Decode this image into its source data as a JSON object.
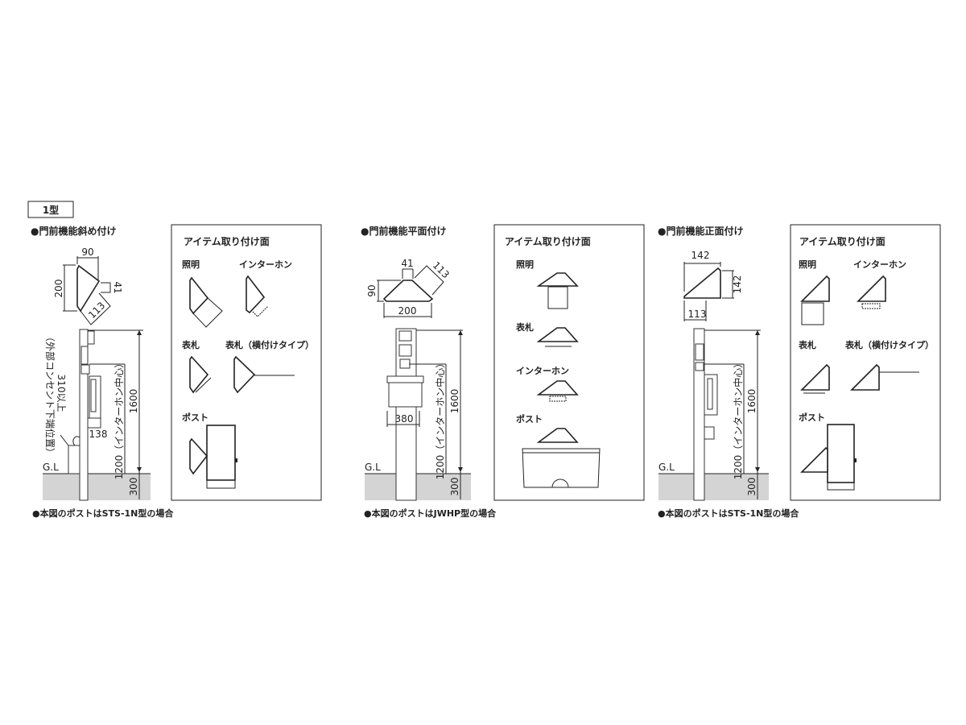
{
  "type_label": "1型",
  "sections": [
    {
      "heading": "●門前機能斜め付け",
      "plan_dims": {
        "width": "90",
        "height": "200",
        "side": "41",
        "diag": "113"
      },
      "outlet_label_1": "310以上",
      "outlet_label_2": "（外部コンセント下端位置）",
      "post_width": "138",
      "intercom_height": "1200（インターホン中心）",
      "total_height": "1600",
      "depth": "300",
      "ground": "G.L",
      "note": "●本図のポストはSTS-1N型の場合",
      "panel": {
        "title": "アイテム取り付け面",
        "items": [
          "照明",
          "インターホン",
          "表札",
          "表札（横付けタイプ）",
          "ポスト"
        ]
      }
    },
    {
      "heading": "●門前機能平面付け",
      "plan_dims": {
        "side": "41",
        "diag": "113",
        "height": "90",
        "width": "200"
      },
      "post_width": "380",
      "intercom_height": "1200（インターホン中心）",
      "total_height": "1600",
      "depth": "300",
      "ground": "G.L",
      "note": "●本図のポストはJWHP型の場合",
      "panel": {
        "title": "アイテム取り付け面",
        "items": [
          "照明",
          "表札",
          "インターホン",
          "ポスト"
        ]
      }
    },
    {
      "heading": "●門前機能正面付け",
      "plan_dims": {
        "width": "142",
        "height": "142",
        "bottom": "113"
      },
      "intercom_height": "1200（インターホン中心）",
      "total_height": "1600",
      "depth": "300",
      "ground": "G.L",
      "note": "●本図のポストはSTS-1N型の場合",
      "panel": {
        "title": "アイテム取り付け面",
        "items": [
          "照明",
          "インターホン",
          "表札",
          "表札（横付けタイプ）",
          "ポスト"
        ]
      }
    }
  ]
}
